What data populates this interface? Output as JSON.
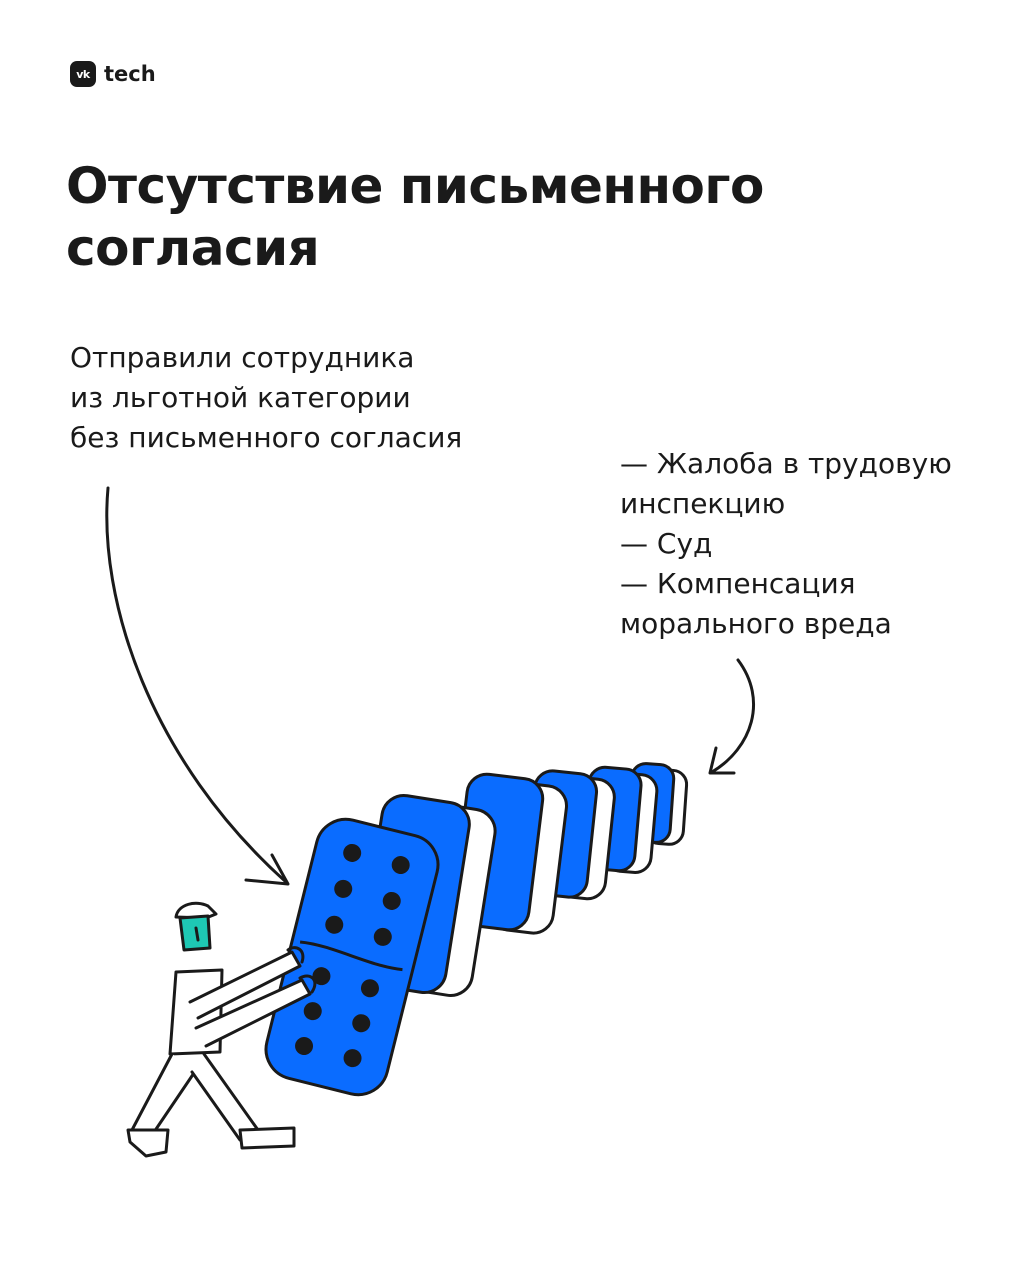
{
  "brand": {
    "logo_mark": "vk",
    "logo_text": "tech"
  },
  "title": "Отсутствие письменного согласия",
  "cause_text": "Отправили сотрудника\nиз льготной категории\nбез письменного согласия",
  "consequences_text": " — Жалоба в трудовую\nинспекцию\n — Суд\n — Компенсация\nморального вреда",
  "colors": {
    "domino_blue": "#0a6cff",
    "outline": "#1a1a1a",
    "face_accent": "#1ec8b4",
    "background": "#ffffff"
  },
  "icons": [
    "vk-logo-icon",
    "arrow-icon",
    "domino-icon",
    "person-illustration"
  ]
}
